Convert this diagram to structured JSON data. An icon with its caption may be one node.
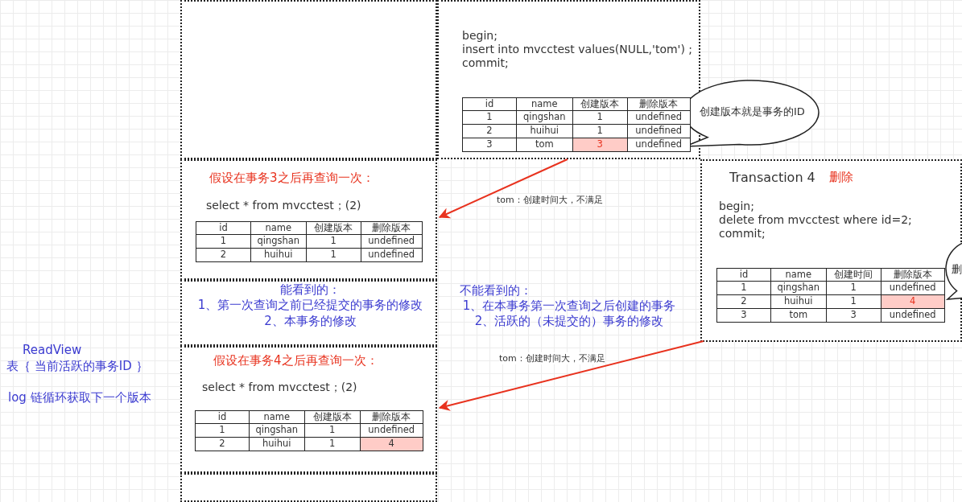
{
  "diagram": {
    "nodes": [
      {
        "text": [
          "begin;",
          "insert into mvcctest values(NULL,'tom') ;",
          "commit;"
        ]
      },
      {
        "text": [
          "创建版本就是事务的ID"
        ]
      },
      {
        "text": [
          "假设在事务3之后再查询一次：",
          "select * from mvcctest；(2)"
        ]
      },
      {
        "text": [
          "能看到的：",
          "1、第一次查询之前已经提交的事务的修改",
          "2、本事务的修改"
        ]
      },
      {
        "text": [
          "假设在事务4之后再查询一次：",
          "select * from mvcctest；(2)"
        ]
      },
      {
        "text": [],
        "shape": "box"
      },
      {
        "text": [],
        "shape": "box"
      },
      {
        "text": [
          "Transaction 4",
          "删除",
          "begin;",
          "delete from mvcctest where id=2;",
          "commit;"
        ]
      },
      {
        "text": [
          "删"
        ]
      }
    ],
    "edges": [
      {
        "from": 0,
        "to": 2,
        "arrow": "to",
        "label": "tom：创建时间大，不满足"
      },
      {
        "from": 7,
        "to": 4,
        "arrow": "to",
        "label": "tom：创建时间大，不满足"
      }
    ],
    "labels": [
      "不能看到的：",
      "1、在本事务第一次查询之后创建的事务",
      "2、活跃的（未提交的）事务的修改",
      "ReadView",
      "表｛ 当前活跃的事务ID ｝",
      "log 链循环获取下一个版本",
      "id",
      "name",
      "创建版本",
      "删除版本",
      "1",
      "qingshan",
      "1",
      "undefined",
      "2",
      "huihui",
      "1",
      "undefined",
      "3",
      "tom",
      "3",
      "undefined",
      "id",
      "name",
      "创建版本",
      "删除版本",
      "1",
      "qingshan",
      "1",
      "undefined",
      "2",
      "huihui",
      "1",
      "undefined",
      "id",
      "name",
      "创建时间",
      "删除版本",
      "1",
      "qingshan",
      "1",
      "undefined",
      "2",
      "huihui",
      "1",
      "4",
      "3",
      "tom",
      "3",
      "undefined",
      "id",
      "name",
      "创建版本",
      "删除版本",
      "1",
      "qingshan",
      "1",
      "undefined",
      "2",
      "huihui",
      "1",
      "4"
    ]
  }
}
